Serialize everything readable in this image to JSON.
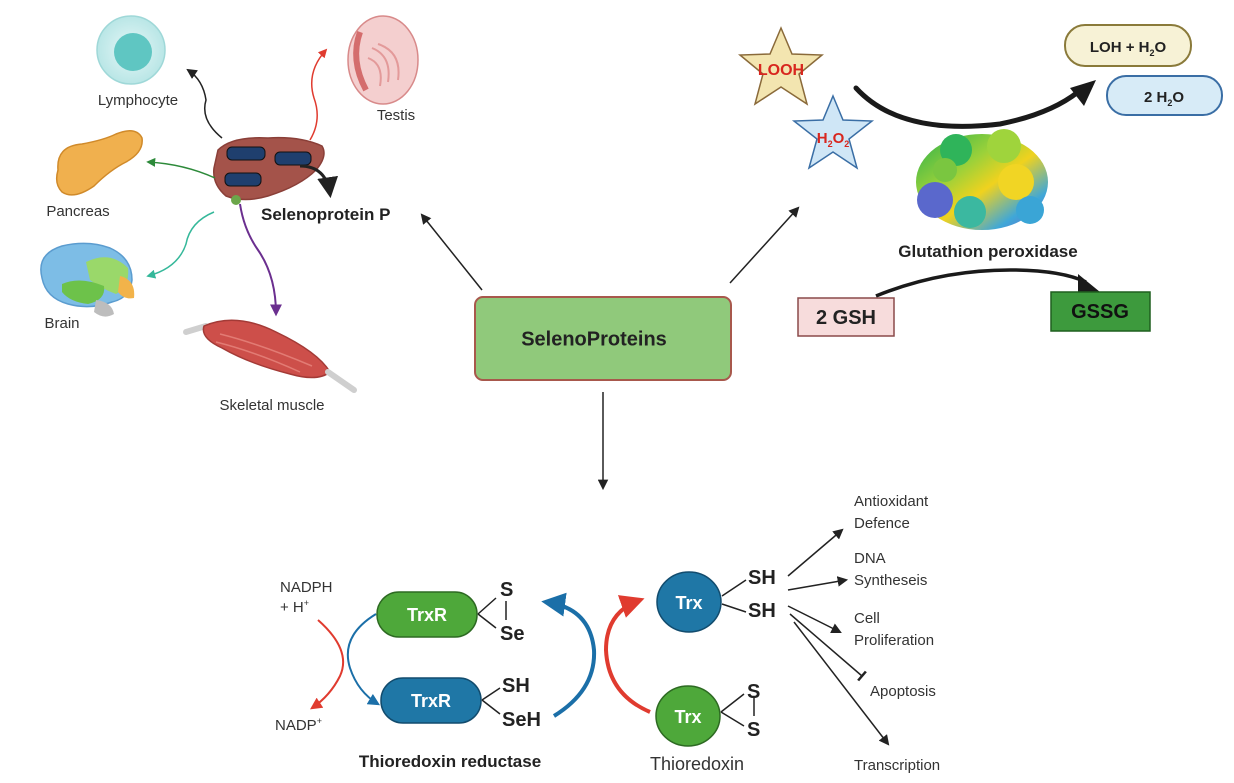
{
  "center": {
    "label": "SelenoProteins"
  },
  "organs": {
    "lymphocyte": "Lymphocyte",
    "testis": "Testis",
    "pancreas": "Pancreas",
    "brain": "Brain",
    "skeletal_muscle": "Skeletal muscle",
    "selenoprotein_p": "Selenoprotein P"
  },
  "peroxidase": {
    "looh": "LOOH",
    "h2o2_main": "H",
    "h2o2_sub1": "2",
    "h2o2_mid": "O",
    "h2o2_sub2": "2",
    "product1_a": "LOH + H",
    "product1_sub": "2",
    "product1_b": "O",
    "product2_a": "2 H",
    "product2_sub": "2",
    "product2_b": "O",
    "enzyme": "Glutathion peroxidase",
    "gsh": "2 GSH",
    "gssg": "GSSG"
  },
  "thioredoxin": {
    "nadph": "NADPH",
    "h_plus": "+ H",
    "h_plus_sup": "+",
    "nadp": "NADP",
    "nadp_sup": "+",
    "trxr": "TrxR",
    "trx": "Trx",
    "s": "S",
    "se": "Se",
    "sh": "SH",
    "seh": "SeH",
    "reductase_label": "Thioredoxin reductase",
    "thioredoxin_label": "Thioredoxin"
  },
  "functions": {
    "antioxidant_1": "Antioxidant",
    "antioxidant_2": "Defence",
    "dna_1": "DNA",
    "dna_2": "Syntheseis",
    "cell_1": "Cell",
    "cell_2": "Proliferation",
    "apoptosis": "Apoptosis",
    "transcription": "Transcription"
  },
  "colors": {
    "center_fill": "#90c97b",
    "center_stroke": "#a8584c",
    "trxr_green": "#4ea83a",
    "trx_blue": "#1f77a6",
    "red_arrow": "#e03b2f",
    "blue_arrow": "#1b6fa8",
    "green_arrow": "#2d8a3a",
    "teal_arrow": "#35b89a",
    "purple_arrow": "#6b2f8f"
  }
}
